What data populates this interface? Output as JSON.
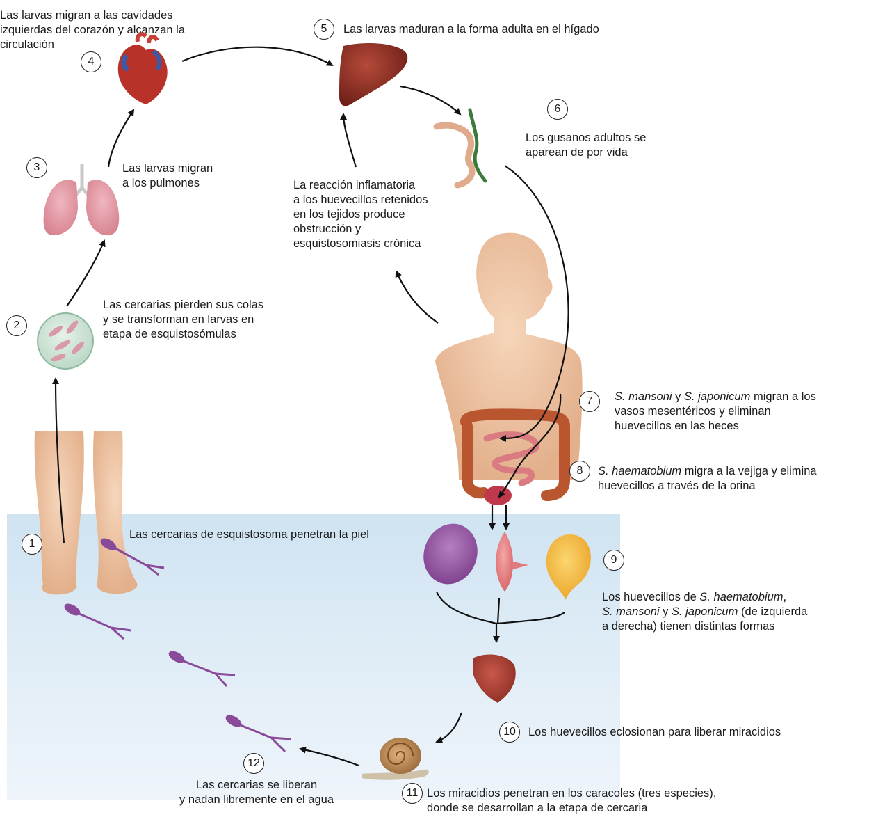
{
  "steps": [
    {
      "n": "1",
      "text": "Las cercarias de esquistosoma penetran la piel"
    },
    {
      "n": "2",
      "text": "Las cercarias pierden sus colas\ny se transforman en larvas en\netapa de esquistosómulas"
    },
    {
      "n": "3",
      "text": "Las larvas migran\na los pulmones"
    },
    {
      "n": "4",
      "text": "Las larvas migran a las cavidades\nizquierdas del corazón y alcanzan la\ncirculación"
    },
    {
      "n": "5",
      "text": "Las larvas maduran a la forma adulta en el hígado"
    },
    {
      "n": "6",
      "text": "Los gusanos adultos se\naparean de por vida"
    },
    {
      "n": "7",
      "species_a": "S. mansoni",
      "y": " y ",
      "species_b": "S. japonicum",
      "text_rest": " migran a los",
      "text2": "vasos mesentéricos y eliminan\nhuevecillos en las heces"
    },
    {
      "n": "8",
      "species": "S. haematobium",
      "text_rest": " migra a la vejiga y elimina",
      "text2": "huevecillos a través de la orina"
    },
    {
      "n": "9",
      "text_pre": "Los huevecillos de ",
      "species_a": "S. haematobium",
      "comma": ",",
      "species_b": "S. mansoni",
      "y": " y ",
      "species_c": "S. japonicum",
      "text_post": " (de izquierda",
      "text2": "a derecha) tienen distintas formas"
    },
    {
      "n": "10",
      "text": "Los huevecillos eclosionan para liberar miracidios"
    },
    {
      "n": "11",
      "text": "Los miracidios penetran en los caracoles (tres especies),\ndonde se desarrollan a la etapa de cercaria"
    },
    {
      "n": "12",
      "text": "Las cercarias se liberan\ny nadan libremente en el agua"
    }
  ],
  "inflammation": "La reacción inflamatoria\na los huevecillos retenidos\nen los tejidos produce\nobstrucción y\nesquistosomiasis crónica",
  "colors": {
    "water": "#d9e8f4",
    "skin": "#f0c9a8",
    "liver": "#8b2f24",
    "egg_purple": "#9b5aa6",
    "egg_red": "#e8888a",
    "egg_yellow": "#f5c24a",
    "cercaria": "#8a4a9a"
  }
}
